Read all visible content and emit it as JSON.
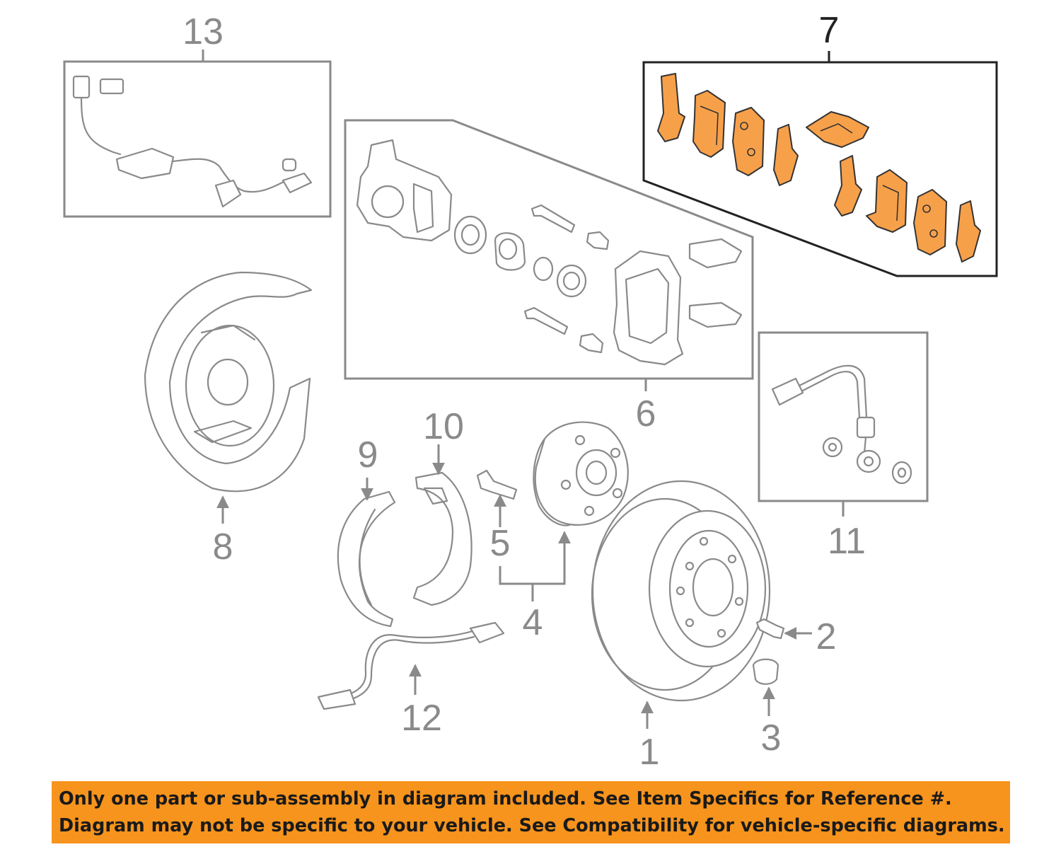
{
  "colors": {
    "line": "#8a8a8a",
    "highlight": "#f7a04a",
    "banner": "#f7941d"
  },
  "callouts": {
    "c1": "1",
    "c2": "2",
    "c3": "3",
    "c4": "4",
    "c5": "5",
    "c6": "6",
    "c7": "7",
    "c8": "8",
    "c9": "9",
    "c10": "10",
    "c11": "11",
    "c12": "12",
    "c13": "13"
  },
  "notice": {
    "line1": "Only one part or sub-assembly in diagram included. See Item Specifics for Reference #.",
    "line2": "Diagram may not be specific to your vehicle. See Compatibility for vehicle-specific diagrams."
  }
}
